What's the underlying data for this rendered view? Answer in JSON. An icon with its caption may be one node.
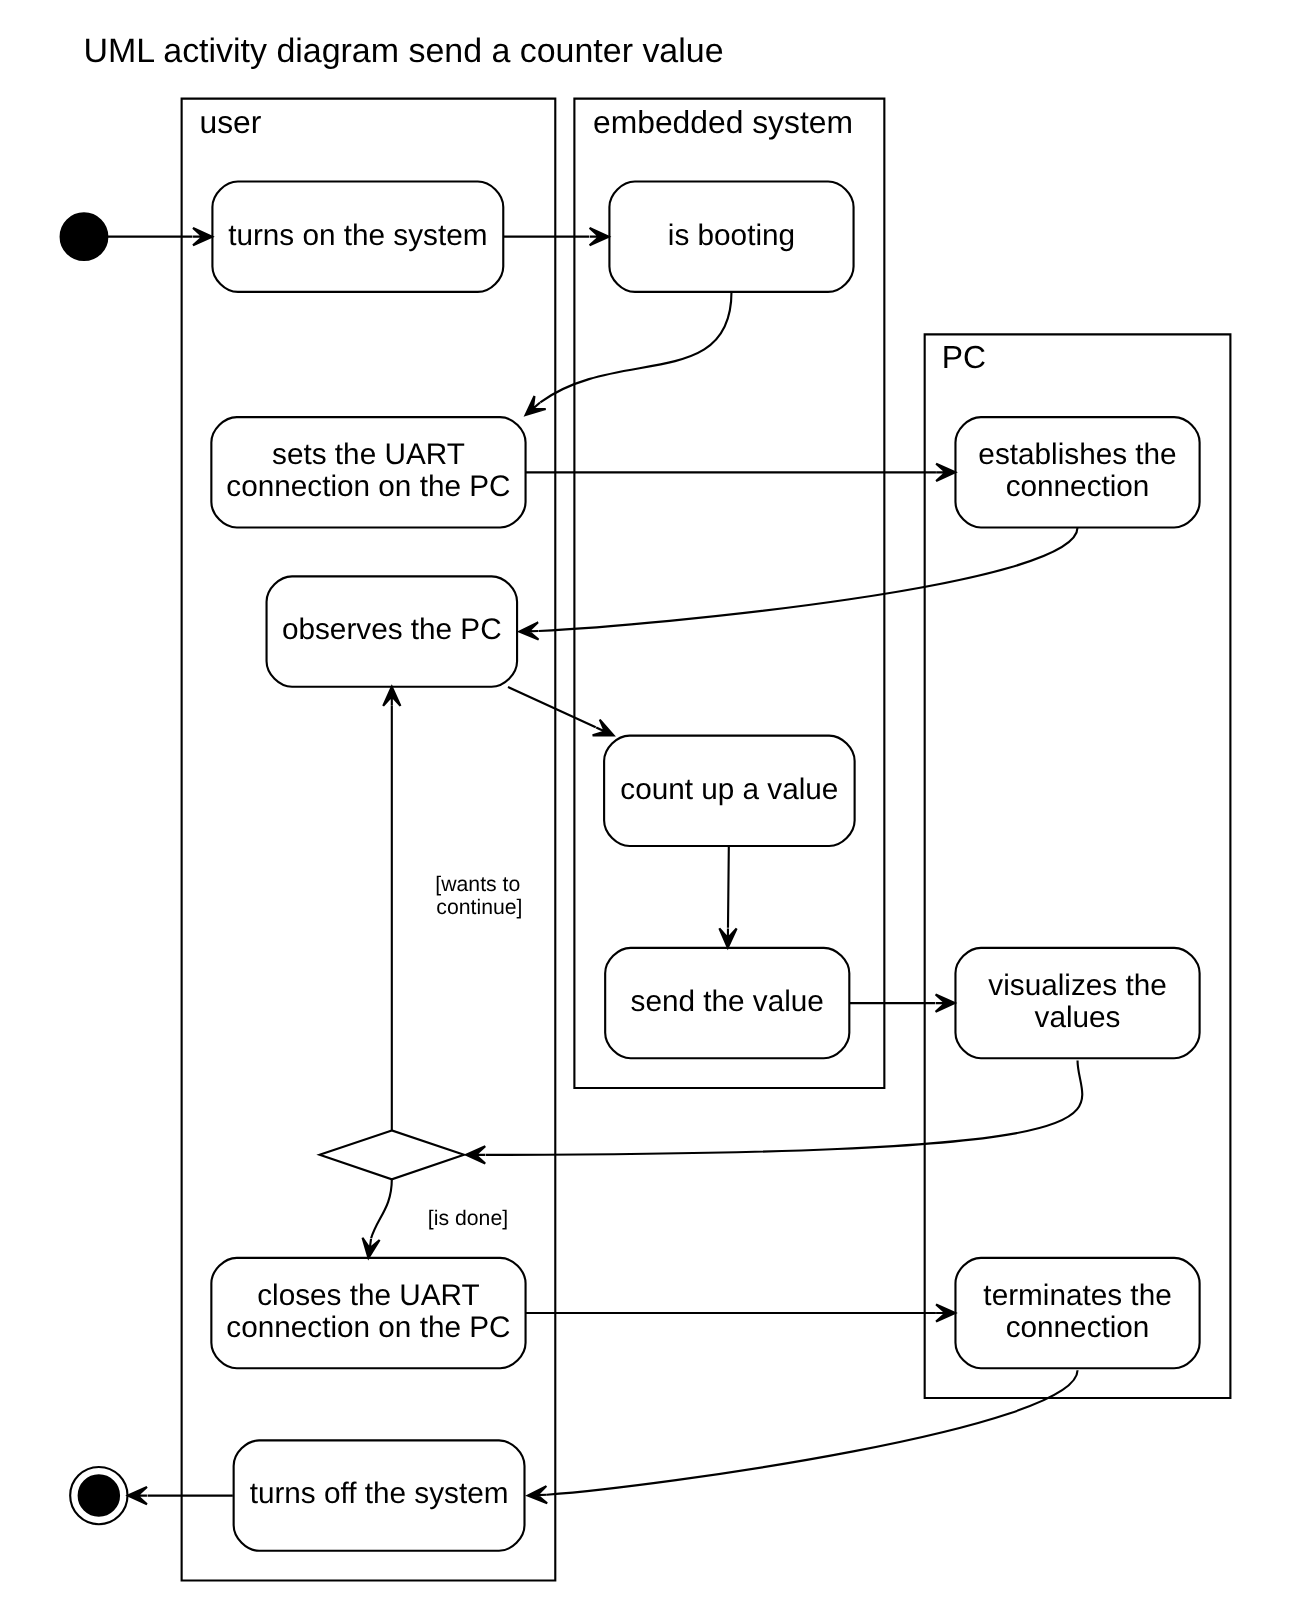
{
  "diagram": {
    "title": "UML activity diagram send a counter value",
    "nodes": [
      {
        "text": [
          "user"
        ]
      },
      {
        "text": [
          "embedded system"
        ]
      },
      {
        "text": [
          "PC"
        ]
      },
      {
        "text": [],
        "shape": "circle"
      },
      {
        "text": [
          "turns on the system"
        ],
        "in": 0
      },
      {
        "text": [
          "is booting"
        ],
        "in": 1
      },
      {
        "text": [
          "sets the UART connection on the PC"
        ],
        "in": 0
      },
      {
        "text": [
          "establishes the connection"
        ],
        "in": 2
      },
      {
        "text": [
          "observes the PC"
        ],
        "in": 0
      },
      {
        "text": [
          "count up a value"
        ],
        "in": 1
      },
      {
        "text": [
          "send the value"
        ],
        "in": 1
      },
      {
        "text": [
          "visualizes the values"
        ],
        "in": 2
      },
      {
        "text": [],
        "shape": "diamond",
        "in": 0
      },
      {
        "text": [
          "closes the UART connection on the PC"
        ],
        "in": 0
      },
      {
        "text": [
          "terminates the connection"
        ],
        "in": 2
      },
      {
        "text": [
          "turns off the system"
        ],
        "in": 0
      },
      {
        "text": [],
        "shape": "circle"
      }
    ],
    "edges": [
      {
        "from": 3,
        "to": 4,
        "arrow": "to"
      },
      {
        "from": 4,
        "to": 5,
        "arrow": "to"
      },
      {
        "from": 5,
        "to": 6,
        "arrow": "to"
      },
      {
        "from": 6,
        "to": 7,
        "arrow": "to"
      },
      {
        "from": 7,
        "to": 8,
        "arrow": "to"
      },
      {
        "from": 8,
        "to": 9,
        "arrow": "to"
      },
      {
        "from": 9,
        "to": 10,
        "arrow": "to"
      },
      {
        "from": 10,
        "to": 11,
        "arrow": "to"
      },
      {
        "from": 11,
        "to": 12,
        "arrow": "to"
      },
      {
        "from": 12,
        "to": 8,
        "arrow": "to",
        "label": "[wants to continue]"
      },
      {
        "from": 12,
        "to": 13,
        "arrow": "to",
        "label": "[is done]"
      },
      {
        "from": 13,
        "to": 14,
        "arrow": "to"
      },
      {
        "from": 14,
        "to": 15,
        "arrow": "to"
      },
      {
        "from": 15,
        "to": 16,
        "arrow": "to"
      }
    ]
  }
}
